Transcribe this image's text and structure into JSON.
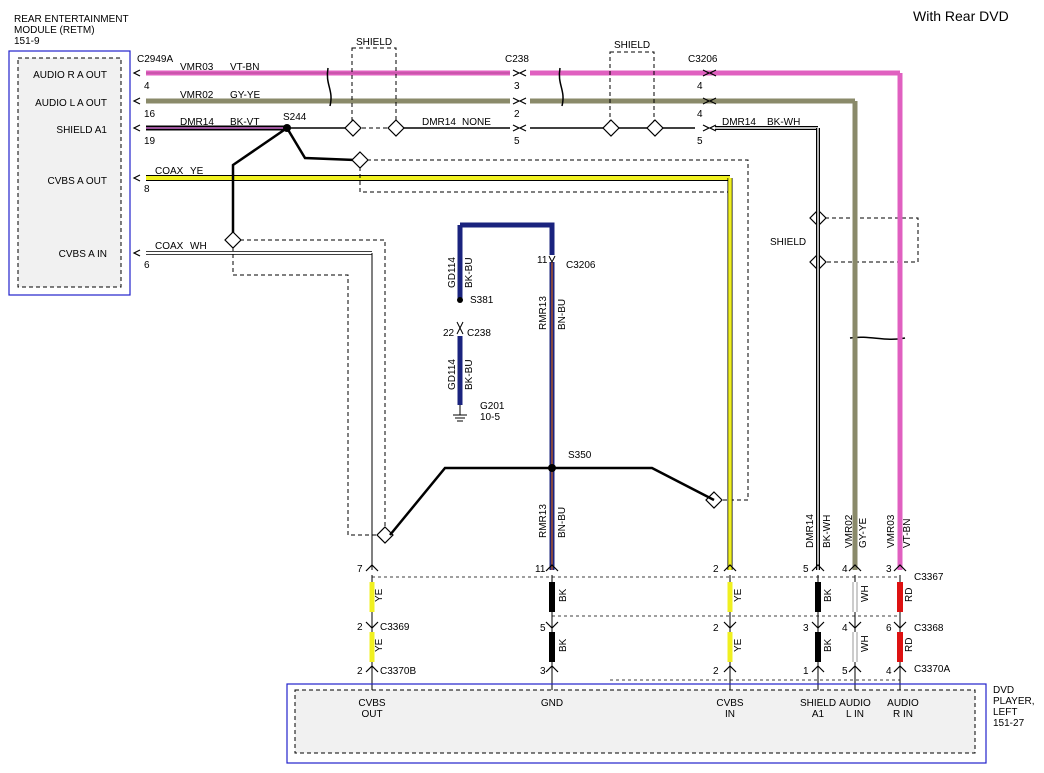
{
  "page_title": "With Rear DVD",
  "retm": {
    "title_line1": "REAR ENTERTAINMENT",
    "title_line2": "MODULE (RETM)",
    "title_line3": "151-9",
    "pins": [
      "AUDIO R A OUT",
      "AUDIO L A OUT",
      "SHIELD A1",
      "CVBS A OUT",
      "CVBS A IN"
    ],
    "connector": "C2949A",
    "pin_numbers": [
      "4",
      "16",
      "19",
      "8",
      "6"
    ]
  },
  "wires_top": [
    {
      "circuit": "VMR03",
      "color_code": "VT-BN",
      "color": "#e060c0"
    },
    {
      "circuit": "VMR02",
      "color_code": "GY-YE",
      "color": "#8a8a6a"
    },
    {
      "circuit": "DMR14",
      "color_code": "BK-VT",
      "color": "#222222"
    },
    {
      "circuit": "COAX",
      "color_code": "YE",
      "color": "#f0f020"
    },
    {
      "circuit": "COAX",
      "color_code": "WH",
      "color": "#d8d8d8"
    }
  ],
  "splice_s244": "S244",
  "shield_labels": [
    "SHIELD",
    "SHIELD",
    "SHIELD"
  ],
  "c238": {
    "label": "C238",
    "pins": [
      "3",
      "2",
      "5"
    ],
    "mid_wire": "DMR14",
    "mid_wire_color": "NONE"
  },
  "c3206": {
    "label": "C3206",
    "pins": [
      "4",
      "4",
      "5"
    ],
    "wire": "DMR14",
    "wire_color": "BK-WH"
  },
  "ground_branch": {
    "gd114_top": "GD114",
    "gd114_top_color": "BK-BU",
    "s381": "S381",
    "c238_pin": "22",
    "c238": "C238",
    "gd114_bottom": "GD114",
    "gd114_bottom_color": "BK-BU",
    "g201": "G201",
    "g201_ref": "10-5"
  },
  "rmr13": {
    "pin": "11",
    "connector": "C3206",
    "circuit": "RMR13",
    "color_code": "BN-BU",
    "splice": "S350",
    "circuit_lower": "RMR13",
    "color_code_lower": "BN-BU"
  },
  "vertical_labels": [
    {
      "circuit": "DMR14",
      "color_code": "BK-WH"
    },
    {
      "circuit": "VMR02",
      "color_code": "GY-YE"
    },
    {
      "circuit": "VMR03",
      "color_code": "VT-BN"
    }
  ],
  "c3367": {
    "label": "C3367",
    "pins": [
      "7",
      "11",
      "2",
      "5",
      "4",
      "3"
    ]
  },
  "c3368": {
    "label": "C3368",
    "pins": [
      "5",
      "2",
      "3",
      "4",
      "6"
    ]
  },
  "c3369": {
    "label": "C3369",
    "pin": "2"
  },
  "c3370b": {
    "label": "C3370B",
    "pin": "2"
  },
  "c3370a": {
    "label": "C3370A",
    "pins": [
      "3",
      "2",
      "1",
      "5",
      "4"
    ]
  },
  "wire_segment_labels": [
    "YE",
    "YE",
    "BK",
    "BK",
    "YE",
    "YE",
    "BK",
    "BK",
    "WH",
    "WH",
    "RD",
    "RD"
  ],
  "dvd": {
    "title_line1": "DVD",
    "title_line2": "PLAYER,",
    "title_line3": "LEFT",
    "title_line4": "151-27",
    "pins": [
      {
        "line1": "CVBS",
        "line2": "OUT"
      },
      {
        "line1": "GND",
        "line2": ""
      },
      {
        "line1": "CVBS",
        "line2": "IN"
      },
      {
        "line1": "SHIELD",
        "line2": "A1"
      },
      {
        "line1": "AUDIO",
        "line2": "L IN"
      },
      {
        "line1": "AUDIO",
        "line2": "R IN"
      }
    ]
  }
}
